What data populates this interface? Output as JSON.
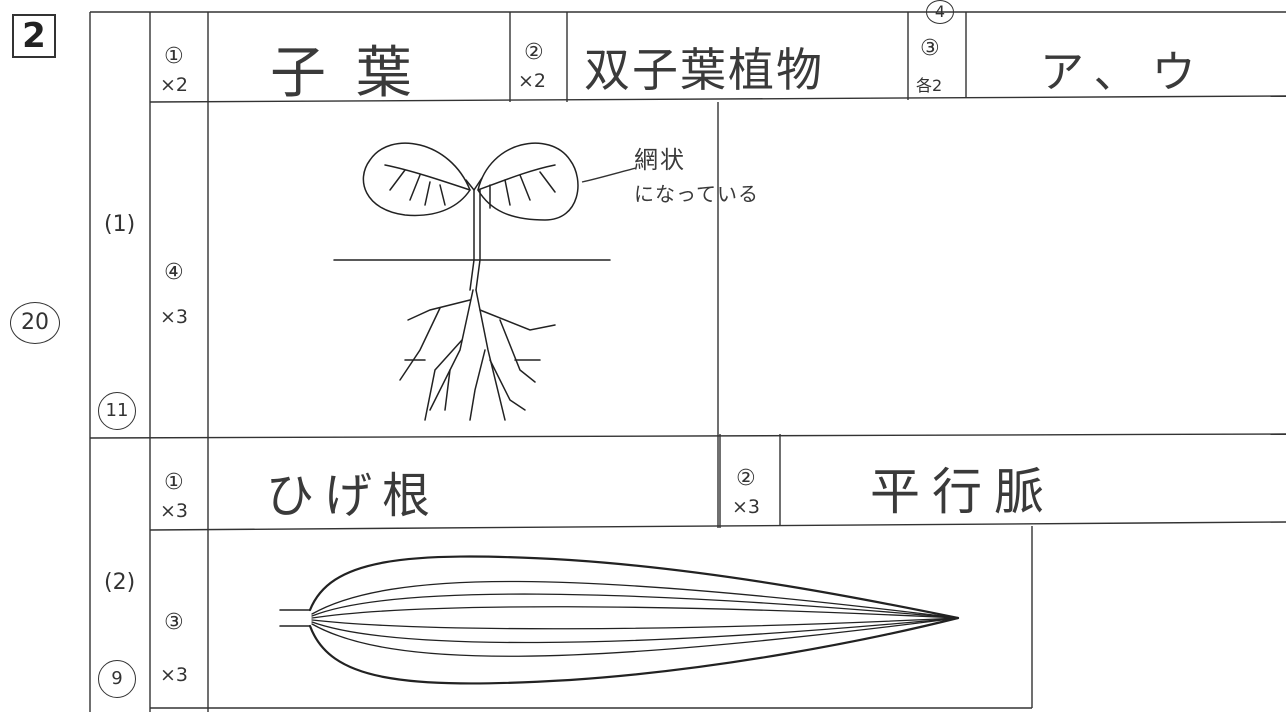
{
  "question": {
    "number": "2",
    "total_score": "20"
  },
  "part1": {
    "label": "(1)",
    "score": "11",
    "q1": {
      "number": "①",
      "mark": "×2",
      "answer": "子 葉"
    },
    "q2": {
      "number": "②",
      "mark": "×2",
      "answer": "双子葉植物"
    },
    "q3": {
      "number": "③",
      "mark": "各2",
      "answer": "ア、ウ",
      "score_above": "4"
    },
    "q4": {
      "number": "④",
      "mark": "×3",
      "annotation_line1": "網状",
      "annotation_line2": "になっている"
    }
  },
  "part2": {
    "label": "(2)",
    "score": "9",
    "q1": {
      "number": "①",
      "mark": "×3",
      "answer": "ひげ根"
    },
    "q2": {
      "number": "②",
      "mark": "×3",
      "answer": "平行脈"
    },
    "q3": {
      "number": "③",
      "mark": "×3"
    }
  }
}
